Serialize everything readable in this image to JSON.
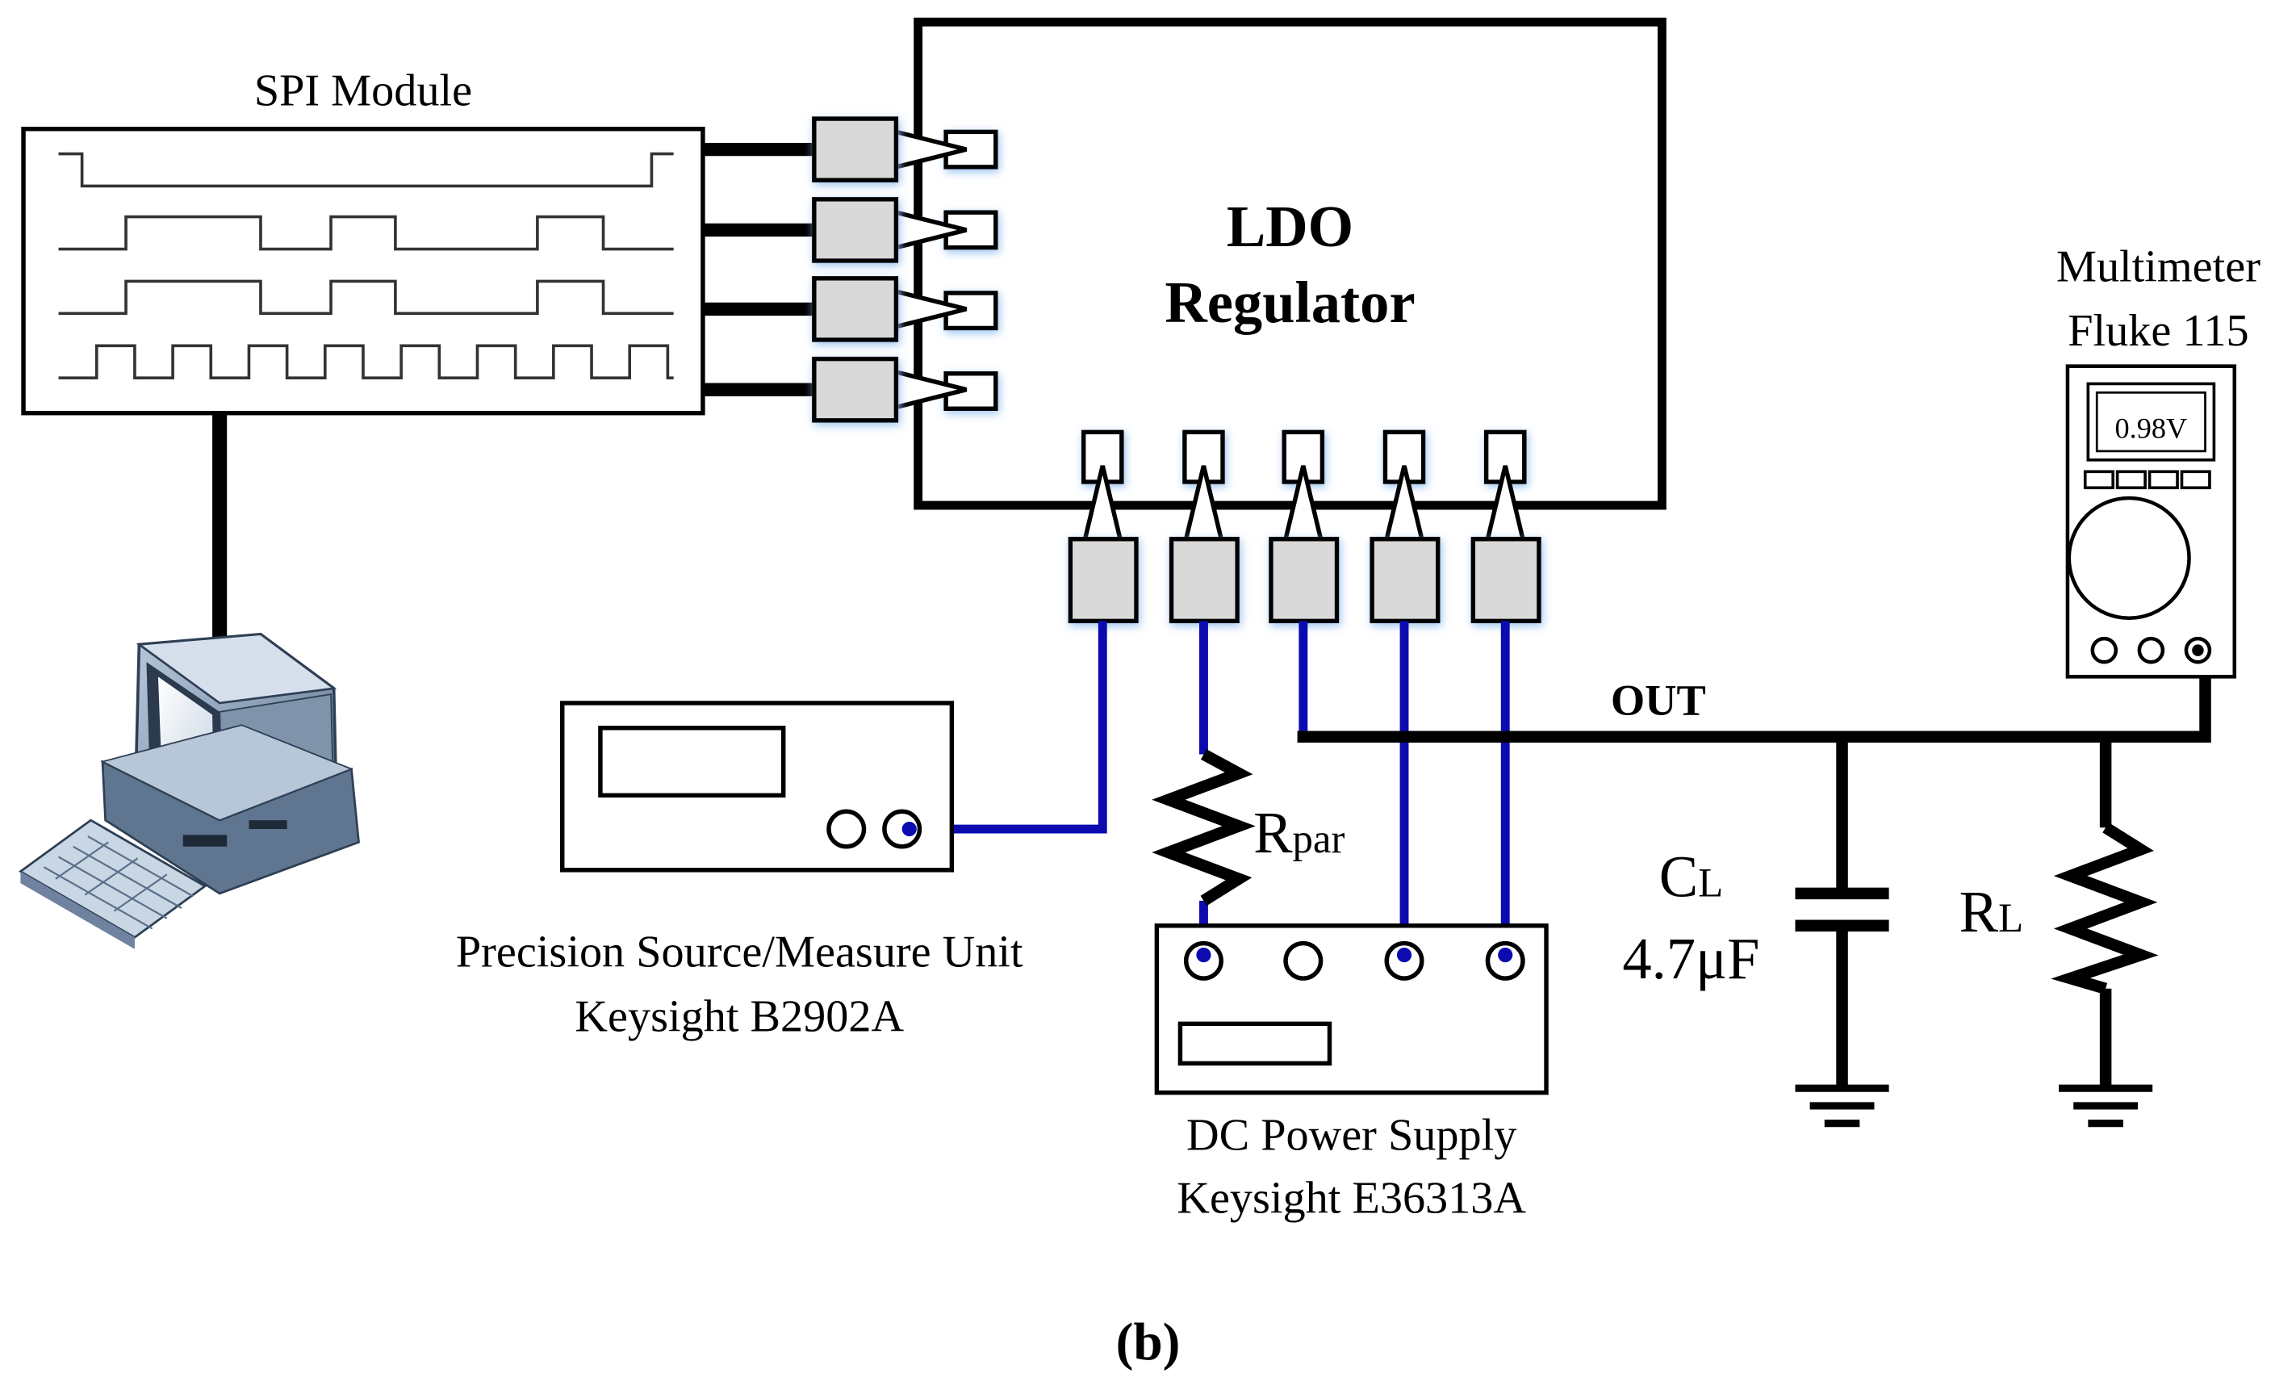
{
  "spi_module": {
    "title": "SPI Module"
  },
  "ldo": {
    "line1": "LDO",
    "line2": "Regulator"
  },
  "multimeter": {
    "line1": "Multimeter",
    "line2": "Fluke 115",
    "reading": "0.98V"
  },
  "smu": {
    "line1": "Precision Source/Measure Unit",
    "line2": "Keysight B2902A"
  },
  "psu": {
    "line1": "DC Power Supply",
    "line2": "Keysight E36313A"
  },
  "rpar": {
    "main": "R",
    "sub": "par"
  },
  "out": {
    "label": "OUT"
  },
  "cl": {
    "main": "C",
    "sub": "L",
    "value": "4.7μF"
  },
  "rl": {
    "main": "R",
    "sub": "L"
  },
  "caption": "(b)",
  "colors": {
    "wire_blue": "#0b0bb0",
    "connector_fill": "#d9d9d9",
    "glow": "#9fc6ee"
  }
}
